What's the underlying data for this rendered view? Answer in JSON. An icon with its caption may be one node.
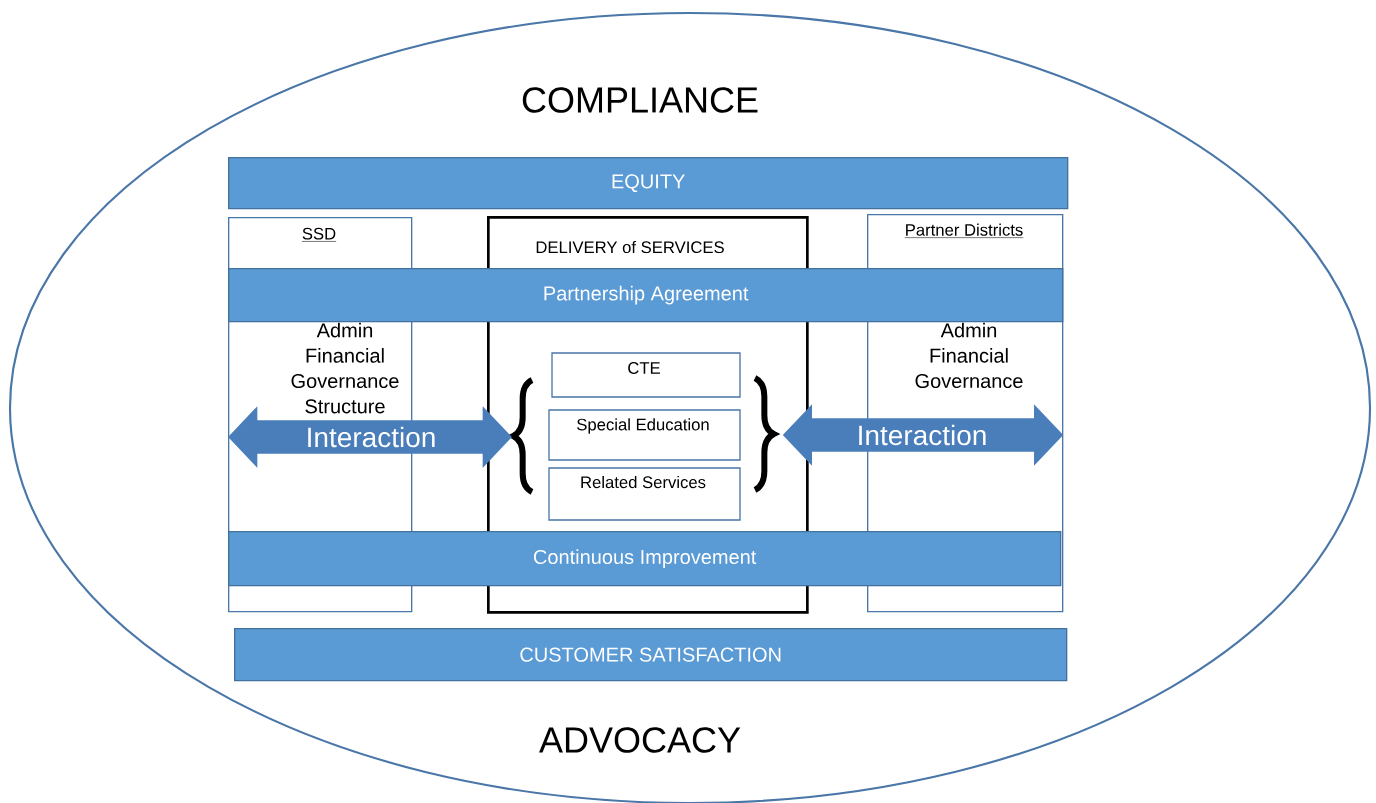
{
  "diagram": {
    "nodes": [
      {
        "text": [
          "COMPLIANCE",
          "ADVOCACY"
        ]
      },
      {
        "text": [
          "EQUITY"
        ],
        "in": 0
      },
      {
        "text": [
          "SSD",
          "Admin Financial Governance Structure"
        ],
        "in": 0
      },
      {
        "text": [
          "DELIVERY of SERVICES"
        ],
        "in": 0
      },
      {
        "text": [
          "Partner Districts",
          "Admin Financial Governance"
        ],
        "in": 0
      },
      {
        "text": [
          "Partnership Agreement"
        ],
        "in": 0
      },
      {
        "text": [
          "CTE"
        ],
        "in": 3
      },
      {
        "text": [
          "Special Education"
        ],
        "in": 3
      },
      {
        "text": [
          "Related Services"
        ],
        "in": 3
      },
      {
        "text": [
          "Continuous Improvement"
        ],
        "in": 0
      },
      {
        "text": [
          "CUSTOMER SATISFACTION"
        ],
        "in": 0
      }
    ],
    "edges": [
      {
        "from": 2,
        "to": 3,
        "arrow": "both",
        "label": "Interaction"
      },
      {
        "from": 3,
        "to": 4,
        "arrow": "both",
        "label": "Interaction"
      }
    ]
  }
}
